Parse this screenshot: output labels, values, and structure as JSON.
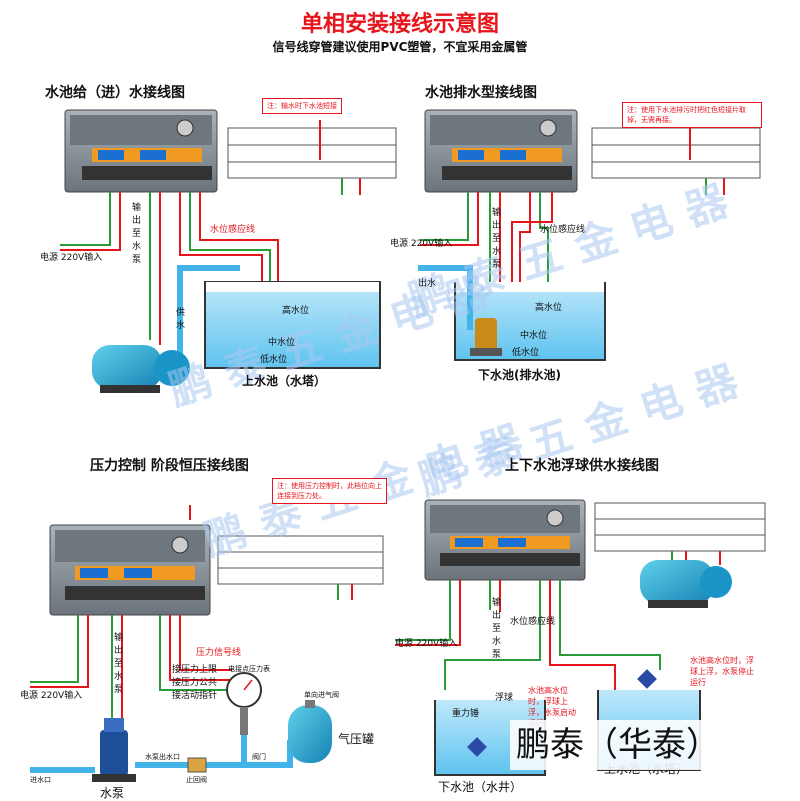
{
  "header": {
    "title": "单相安装接线示意图",
    "subtitle": "信号线穿管建议使用PVC塑管，不宜采用金属管"
  },
  "sections": {
    "s1": {
      "title": "水池给（进）水接线图",
      "note": "注：输水时下水池短接",
      "power": "电源 220V输入",
      "output": "输出至水泵",
      "sensor": "水位感应线",
      "supply": "供水",
      "high": "高水位",
      "mid": "中水位",
      "low": "低水位",
      "tank": "上水池（水塔）"
    },
    "s2": {
      "title": "水池排水型接线图",
      "note": "注：使用下水池排污时把红色短接片取掉，无需再接。",
      "power": "电源 220V输入",
      "output": "输出至水泵",
      "sensor": "水位感应线",
      "drain": "出水",
      "high": "高水位",
      "mid": "中水位",
      "low": "低水位",
      "tank": "下水池(排水池)"
    },
    "s3": {
      "title": "压力控制 阶段恒压接线图",
      "note": "注：使用压力控制时，此档位向上连接到压力处。",
      "power": "电源 220V输入",
      "output": "输出至水泵",
      "signal": "压力信号线",
      "upper": "接压力上限",
      "common": "接压力公共",
      "lower": "接活动指针",
      "gauge": "电接点压力表",
      "outlet": "水泵出水口",
      "check": "止回阀",
      "valve": "阀门",
      "inlet": "进水口",
      "pump": "水泵",
      "tank": "气压罐",
      "vent": "单向进气阀"
    },
    "s4": {
      "title": "上下水池浮球供水接线图",
      "power": "电源 220V输入",
      "output": "输出至水泵",
      "sensor": "水位感应线",
      "float": "浮球",
      "float2": "重力锤",
      "lowerNote": "水池高水位时，浮球上浮，水泵启动运行",
      "upperNote": "水池高水位时，浮球上浮，水泵停止运行",
      "lowerTank": "下水池（水井）",
      "upperTank": "上水池（水塔）"
    }
  },
  "watermark": {
    "text": "鹏泰五金电器"
  },
  "brand": {
    "text": "鹏泰（华泰）"
  },
  "colors": {
    "red": "#e8141c",
    "green": "#2a9d3a",
    "water": "#8fd3f2",
    "pipe": "#42b4ea",
    "box": "#8c949c",
    "bar": "#f19a22"
  }
}
